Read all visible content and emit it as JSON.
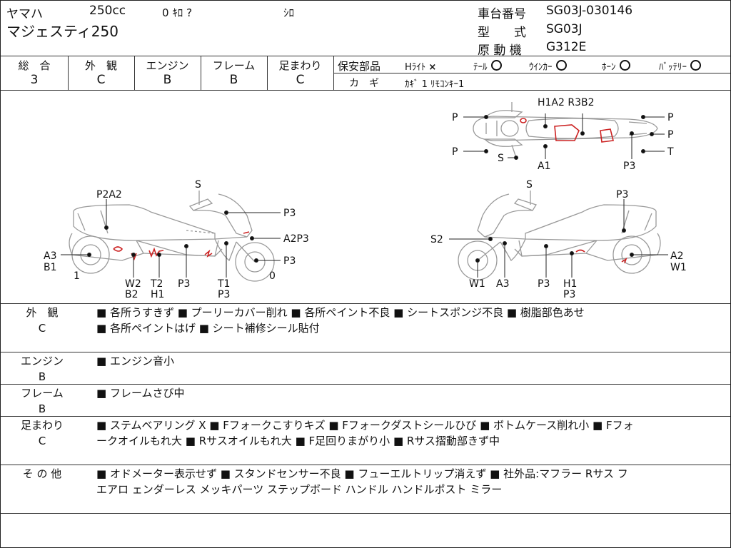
{
  "header": {
    "maker": "ヤマハ",
    "cc": "250cc",
    "mileage": "0 ｷﾛ ?",
    "color": "ｼﾛ",
    "model_name": "マジェスティ250",
    "frame_no_label": "車台番号",
    "frame_no": "SG03J-030146",
    "type_label": "型　　式",
    "type_value": "SG03J",
    "engine_label": "原 動 機",
    "engine_value": "G312E"
  },
  "grades": [
    {
      "label": "総　合",
      "value": "3"
    },
    {
      "label": "外　観",
      "value": "C"
    },
    {
      "label": "エンジン",
      "value": "B"
    },
    {
      "label": "フレーム",
      "value": "B"
    },
    {
      "label": "足まわり",
      "value": "C"
    }
  ],
  "safety": {
    "label": "保安部品",
    "items": [
      {
        "label": "Hﾗｲﾄ",
        "status": "×"
      },
      {
        "label": "ﾃｰﾙ",
        "status": "○"
      },
      {
        "label": "ｳｲﾝｶｰ",
        "status": "○"
      },
      {
        "label": "ﾎｰﾝ",
        "status": "○"
      },
      {
        "label": "ﾊﾞｯﾃﾘｰ",
        "status": "○"
      }
    ],
    "key_label": "カ　ギ",
    "key_value": "ｶｷﾞ 1 ﾘﾓｺﾝｷｰ1"
  },
  "diagram": {
    "top_labels": [
      "P",
      "P",
      "S",
      "H1A2 R3B2",
      "A1",
      "P3",
      "P",
      "P",
      "T"
    ],
    "left_labels": [
      "S",
      "P2A2",
      "P3",
      "A2P3",
      "P3",
      "A3",
      "B1",
      "1",
      "0",
      "W2",
      "B2",
      "T2",
      "H1",
      "P3",
      "T1",
      "P3"
    ],
    "right_labels": [
      "S",
      "P3",
      "S2",
      "A2",
      "W1",
      "W1",
      "A3",
      "P3",
      "H1",
      "P3"
    ]
  },
  "sections": [
    {
      "title": "外　観",
      "grade": "C",
      "lines": [
        "■ 各所うすきず ■ プーリーカバー削れ ■ 各所ペイント不良 ■ シートスポンジ不良 ■ 樹脂部色あせ",
        "■ 各所ペイントはげ ■ シート補修シール貼付"
      ]
    },
    {
      "title": "エンジン",
      "grade": "B",
      "lines": [
        "■ エンジン音小"
      ]
    },
    {
      "title": "フレーム",
      "grade": "B",
      "lines": [
        "■ フレームさび中"
      ]
    },
    {
      "title": "足まわり",
      "grade": "C",
      "lines": [
        "■ ステムベアリング X ■ Fフォークこすりキズ ■ Fフォークダストシールひび ■ ボトムケース削れ小 ■ Fフォ",
        "ークオイルもれ大 ■ Rサスオイルもれ大 ■ F足回りまがり小 ■ Rサス摺動部きず中"
      ]
    },
    {
      "title": "そ の 他",
      "grade": "",
      "lines": [
        "■ オドメーター表示せず ■ スタンドセンサー不良 ■ フューエルトリップ消えず ■ 社外品:マフラー Rサス フ",
        "エアロ ェンダーレス メッキパーツ ステップボード ハンドル ハンドルポスト ミラー"
      ]
    }
  ],
  "colors": {
    "line": "#333333",
    "sketch": "#9a9a9a",
    "damage": "#cc2222"
  }
}
